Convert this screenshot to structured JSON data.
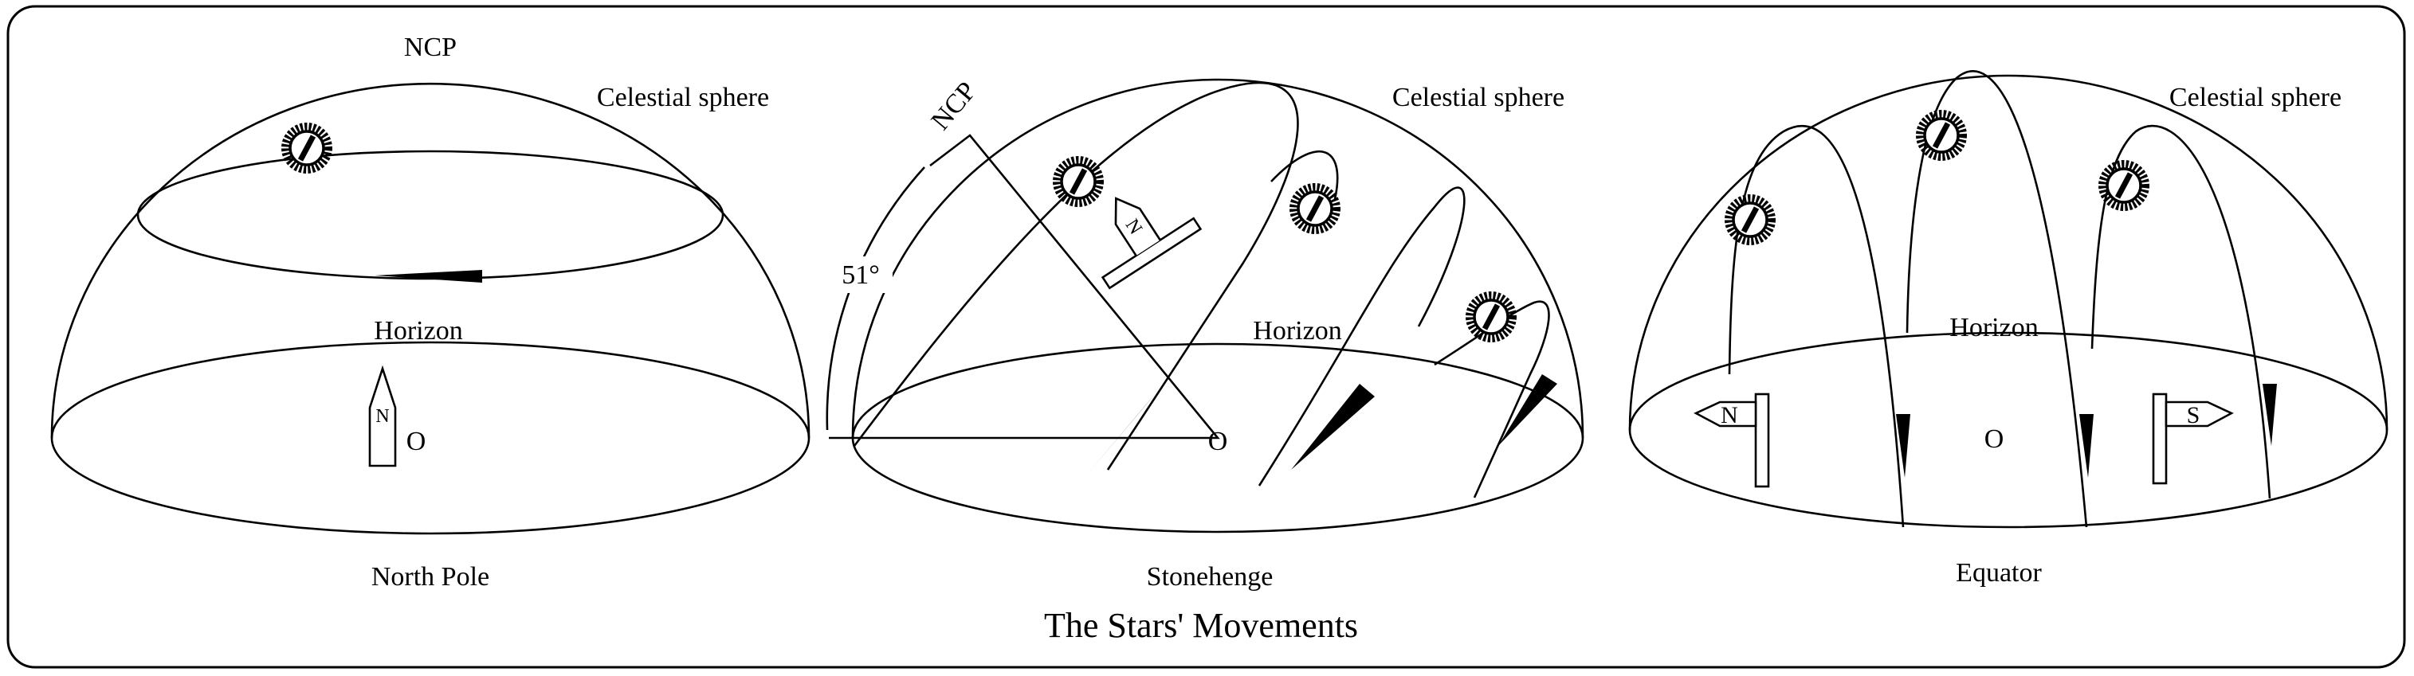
{
  "title": "The Stars' Movements",
  "panels": [
    {
      "location": "North Pole",
      "pole_label": "NCP",
      "sphere_label": "Celestial sphere",
      "horizon_label": "Horizon",
      "center_label": "O",
      "compass_label": "N"
    },
    {
      "location": "Stonehenge",
      "pole_label": "NCP",
      "sphere_label": "Celestial sphere",
      "horizon_label": "Horizon",
      "center_label": "O",
      "compass_label": "N",
      "latitude_label": "51°"
    },
    {
      "location": "Equator",
      "sphere_label": "Celestial sphere",
      "horizon_label": "Horizon",
      "center_label": "O",
      "north_sign": "N",
      "south_sign": "S"
    }
  ],
  "colors": {
    "line": "#000000",
    "background": "#ffffff"
  },
  "icons": [
    "star-icon",
    "direction-arrow-icon",
    "compass-needle-icon",
    "signpost-icon"
  ]
}
